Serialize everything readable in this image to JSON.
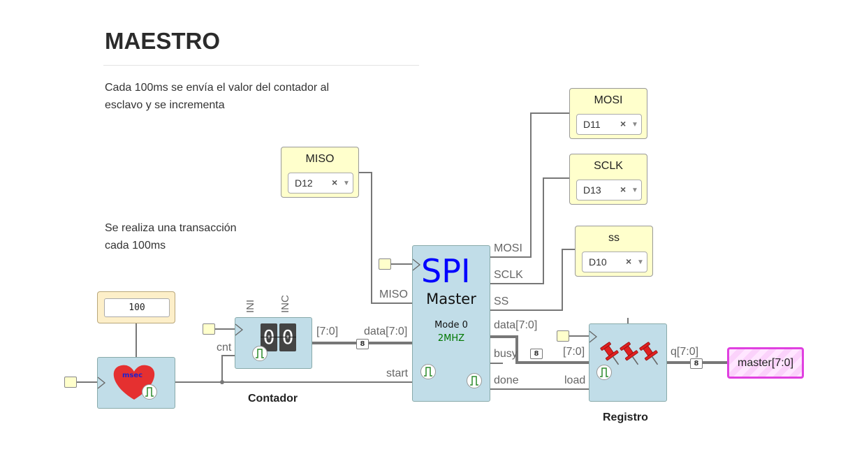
{
  "page": {
    "title": "MAESTRO",
    "note1": "Cada 100ms se envía el valor del contador al\nesclavo y se incrementa",
    "note2": "Se realiza una transacción\ncada 100ms"
  },
  "inputs": {
    "miso": {
      "label": "MISO",
      "pin": "D12"
    },
    "mosi": {
      "label": "MOSI",
      "pin": "D11"
    },
    "sclk": {
      "label": "SCLK",
      "pin": "D13"
    },
    "ss": {
      "label": "ss",
      "pin": "D10"
    },
    "clear_symbol": "×",
    "dropdown_symbol": "▼"
  },
  "timer": {
    "value": "100",
    "unit": "msec"
  },
  "counter": {
    "caption": "Contador",
    "digits": [
      "0",
      "0"
    ],
    "port_ini": "INI",
    "port_inc": "INC",
    "port_cnt": "cnt",
    "port_out": "[7:0]"
  },
  "spi": {
    "title": "SPI",
    "subtitle": "Master",
    "mode": "Mode 0",
    "freq": "2MHZ",
    "ports": {
      "miso": "MISO",
      "mosi": "MOSI",
      "sclk": "SCLK",
      "ss": "SS",
      "data_in": "data[7:0]",
      "start": "start",
      "data_out": "data[7:0]",
      "busy": "busy",
      "done": "done"
    }
  },
  "register": {
    "caption": "Registro",
    "port_in": "[7:0]",
    "port_load": "load",
    "port_out": "q[7:0]"
  },
  "output": {
    "label": "master[7:0]"
  },
  "bus_width": "8",
  "colors": {
    "block": "#c1dde8",
    "io": "#ffffcc",
    "spi_title": "#0000ff",
    "freq": "#007700",
    "output_border": "#e040e0",
    "heart": "#e53030",
    "pin": "#e02020"
  }
}
